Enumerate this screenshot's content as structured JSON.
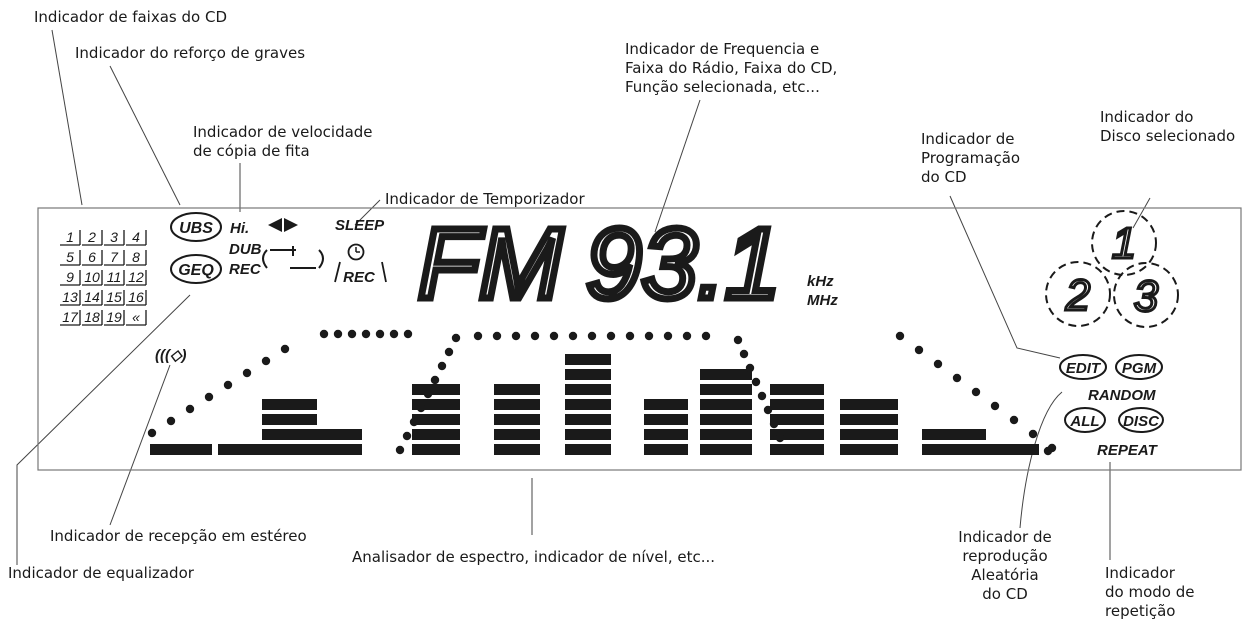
{
  "callouts": {
    "cd_tracks": "Indicador de faixas do CD",
    "bass_boost": "Indicador do reforço de graves",
    "dub_speed": "Indicador de velocidade\nde cópia de fita",
    "timer": "Indicador de Temporizador",
    "frequency": "Indicador de Frequencia e\nFaixa do Rádio, Faixa do CD,\nFunção selecionada, etc...",
    "cd_program": "Indicador de\nProgramação\ndo CD",
    "disc_selected": "Indicador do\nDisco selecionado",
    "stereo": "Indicador de recepção em estéreo",
    "equalizer": "Indicador de equalizador",
    "spectrum": "Analisador de espectro, indicador de nível, etc...",
    "random_play": "Indicador de\nreprodução\nAleatória\ndo CD",
    "repeat_mode": "Indicador\ndo modo de\nrepetição"
  },
  "display": {
    "track_numbers": [
      "1",
      "2",
      "3",
      "4",
      "5",
      "6",
      "7",
      "8",
      "9",
      "10",
      "11",
      "12",
      "13",
      "14",
      "15",
      "16",
      "17",
      "18",
      "19",
      "«"
    ],
    "ubs": "UBS",
    "geq": "GEQ",
    "hi": "Hi.",
    "dub": "DUB",
    "rec": "REC",
    "timer_rec": "REC",
    "sleep": "SLEEP",
    "band": "FM",
    "frequency": "93.1",
    "khz": "kHz",
    "mhz": "MHz",
    "discs": [
      "1",
      "2",
      "3"
    ],
    "edit": "EDIT",
    "pgm": "PGM",
    "random": "RANDOM",
    "all": "ALL",
    "disc": "DISC",
    "repeat": "REPEAT",
    "stereo_symbol": "(((◇)"
  }
}
